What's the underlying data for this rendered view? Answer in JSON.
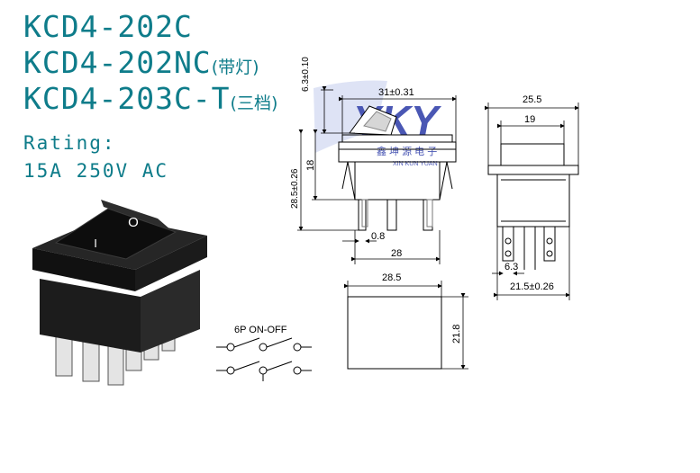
{
  "header": {
    "model_1": "KCD4-202C",
    "model_2": "KCD4-202NC",
    "model_2_note": "(带灯)",
    "model_3": "KCD4-203C-T",
    "model_3_note": "(三档)",
    "rating_label": "Rating:",
    "rating_value": "15A 250V AC"
  },
  "switch_face": {
    "symbol_off": "O",
    "symbol_on": "I"
  },
  "dimensions": {
    "top_slot": "6.3±0.10",
    "top_width": "31±0.31",
    "body_height": "18",
    "total_height": "28.5±0.26",
    "terminal_gap": "0.8",
    "front_width": "28",
    "side_outer": "25.5",
    "side_inner": "19",
    "side_pitch": "6.3",
    "side_bottom": "21.5±0.26",
    "cutout_width": "28.5",
    "cutout_height": "21.8"
  },
  "wiring": {
    "label": "6P ON-OFF"
  },
  "watermark": {
    "logo": "YKY",
    "cn": "鑫 坤 源 电 子",
    "en": "XIN KUN YUAN"
  },
  "colors": {
    "accent": "#0e7c8a",
    "line": "#000000",
    "watermark": "#2b3aa8"
  }
}
